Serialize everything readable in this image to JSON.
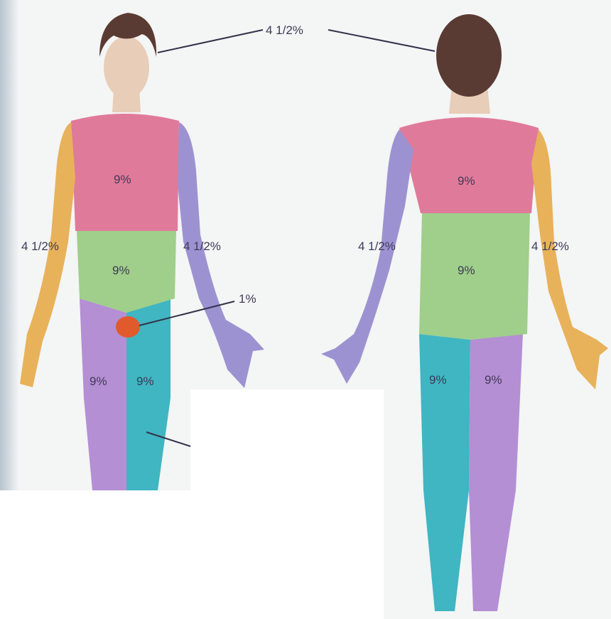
{
  "title": "",
  "labels": {
    "head": "4 1/2%",
    "front_chest": "9%",
    "front_abdomen": "9%",
    "front_left_arm": "4 1/2%",
    "front_right_arm": "4 1/2%",
    "perineum": "1%",
    "front_left_leg": "9%",
    "front_right_leg": "9%",
    "back_upper": "9%",
    "back_lower": "9%",
    "back_left_arm": "4 1/2%",
    "back_right_arm": "4 1/2%",
    "back_left_leg": "9%",
    "back_right_leg": "9%"
  },
  "colors": {
    "head_hair": "#5a3b34",
    "skin": "#e8cdb8",
    "chest": "#e07a9a",
    "abdomen": "#9fcf8a",
    "arm_orange": "#e8b25a",
    "arm_lavender": "#9d92d1",
    "leg_purple": "#b48fd4",
    "leg_teal": "#3fb6c2",
    "perineum": "#e05a2c",
    "page": "#ffffff",
    "scan_shadow": "#c9d3dc"
  }
}
